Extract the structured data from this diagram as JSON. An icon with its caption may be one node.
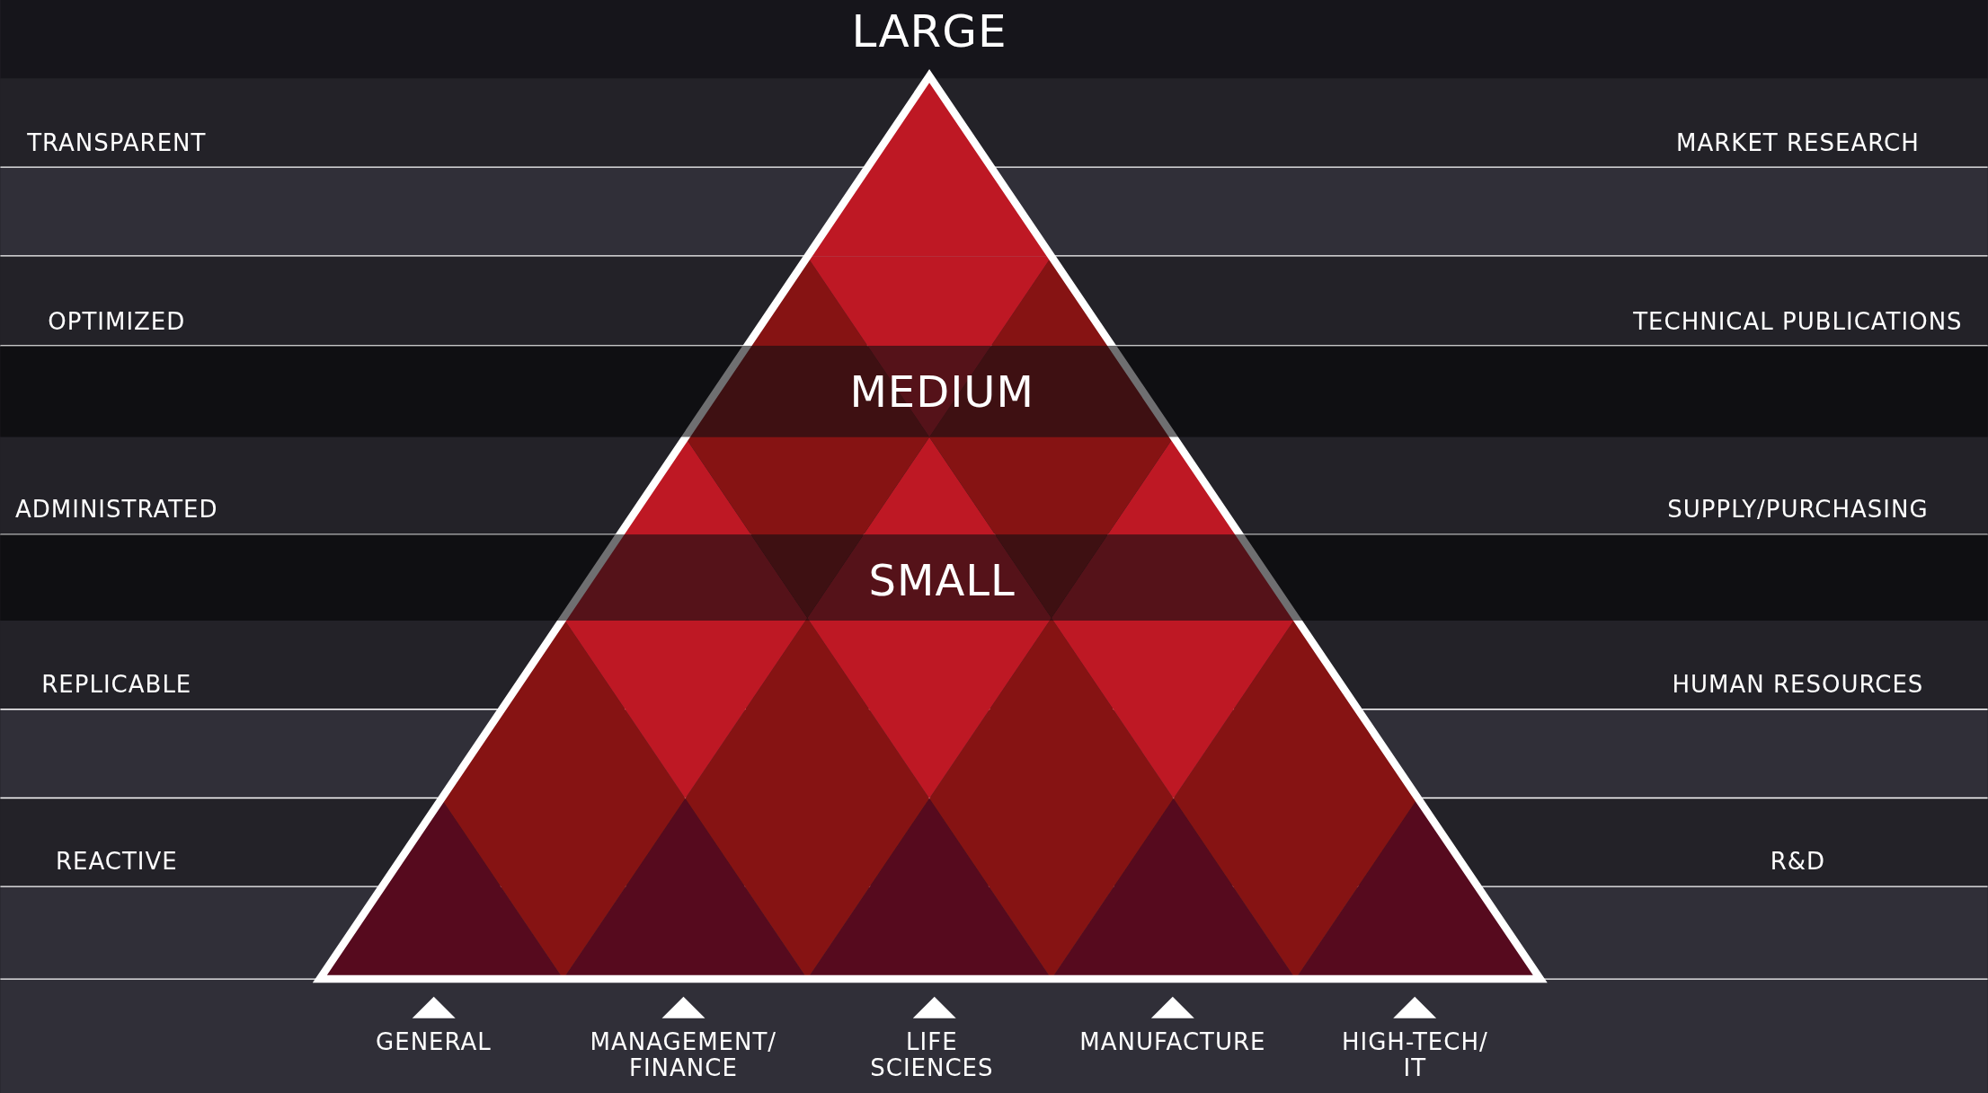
{
  "diagram": {
    "labels": [
      "LARGE",
      "TRANSPARENT",
      "MARKET RESEARCH",
      "OPTIMIZED",
      "TECHNICAL PUBLICATIONS",
      "MEDIUM",
      "ADMINISTRATED",
      "SUPPLY/PURCHASING",
      "SMALL",
      "REPLICABLE",
      "HUMAN RESOURCES",
      "REACTIVE",
      "R&D",
      "GENERAL",
      "MANAGEMENT/ FINANCE",
      "LIFE SCIENCES",
      "MANUFACTURE",
      "HIGH-TECH/ IT"
    ]
  }
}
